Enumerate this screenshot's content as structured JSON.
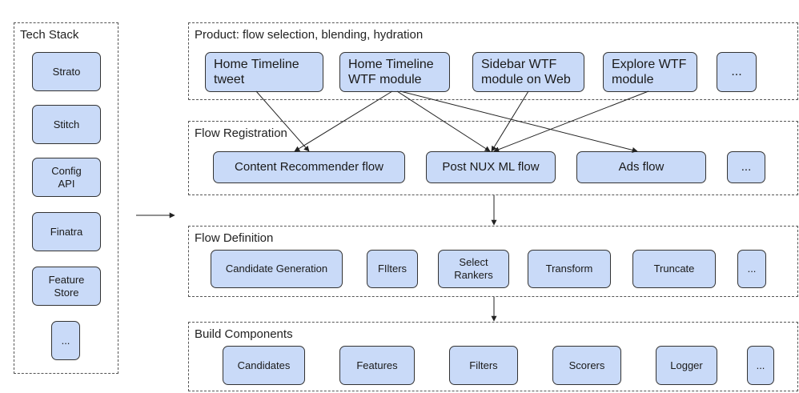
{
  "tech_stack": {
    "title": "Tech Stack",
    "items": [
      "Strato",
      "Stitch",
      "Config\nAPI",
      "Finatra",
      "Feature\nStore",
      "..."
    ]
  },
  "product": {
    "title": "Product: flow selection, blending, hydration",
    "items": [
      "Home Timeline\ntweet",
      "Home Timeline\nWTF module",
      "Sidebar WTF\nmodule on Web",
      "Explore WTF\nmodule",
      "..."
    ]
  },
  "flow_registration": {
    "title": "Flow Registration",
    "items": [
      "Content Recommender flow",
      "Post NUX ML flow",
      "Ads flow",
      "..."
    ]
  },
  "flow_definition": {
    "title": "Flow Definition",
    "items": [
      "Candidate Generation",
      "FIlters",
      "Select\nRankers",
      "Transform",
      "Truncate",
      "..."
    ]
  },
  "build_components": {
    "title": "Build Components",
    "items": [
      "Candidates",
      "Features",
      "Filters",
      "Scorers",
      "Logger",
      "..."
    ]
  },
  "colors": {
    "box_fill": "#c9daf8",
    "box_border": "#333333",
    "line": "#222222"
  }
}
